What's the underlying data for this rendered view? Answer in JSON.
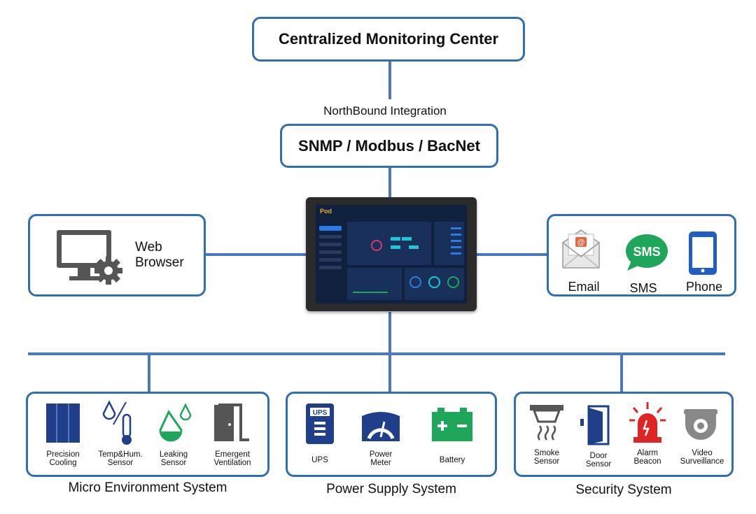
{
  "top": {
    "title": "Centralized Monitoring Center",
    "integration": "NorthBound Integration",
    "protocols": "SNMP / Modbus / BacNet"
  },
  "left": {
    "label_line1": "Web",
    "label_line2": "Browser"
  },
  "right": {
    "email": "Email",
    "sms": "SMS",
    "phone": "Phone",
    "sms_icon_text": "SMS"
  },
  "device": {
    "logo": "Pod"
  },
  "groups": {
    "micro": {
      "caption": "Micro Environment System",
      "items": [
        {
          "l1": "Precision",
          "l2": "Cooling"
        },
        {
          "l1": "Temp&Hum.",
          "l2": "Sensor"
        },
        {
          "l1": "Leaking",
          "l2": "Sensor"
        },
        {
          "l1": "Emergent",
          "l2": "Ventilation"
        }
      ]
    },
    "power": {
      "caption": "Power Supply System",
      "items": [
        {
          "l1": "UPS"
        },
        {
          "l1": "Power",
          "l2": "Meter"
        },
        {
          "l1": "Battery"
        }
      ],
      "ups_icon_text": "UPS"
    },
    "security": {
      "caption": "Security System",
      "items": [
        {
          "l1": "Smoke",
          "l2": "Sensor"
        },
        {
          "l1": "Door",
          "l2": "Sensor"
        },
        {
          "l1": "Alarm",
          "l2": "Beacon"
        },
        {
          "l1": "Video",
          "l2": "Surveillance"
        }
      ]
    }
  },
  "colors": {
    "border": "#2f6db5",
    "line": "#4a78b8",
    "navy": "#1f3f8a",
    "green": "#1ea65a",
    "red": "#e02424",
    "gray": "#555555"
  }
}
